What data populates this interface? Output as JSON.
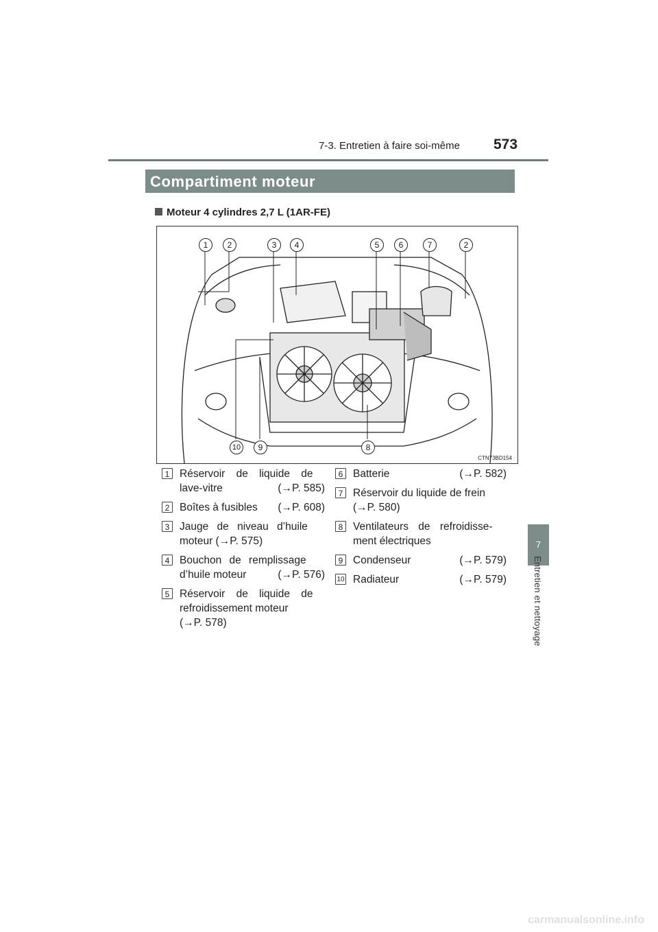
{
  "header": {
    "section": "7-3. Entretien à faire soi-même",
    "page_number": "573"
  },
  "side_tab": {
    "number": "7",
    "label": "Entretien et nettoyage"
  },
  "title": "Compartiment moteur",
  "subheading": "Moteur 4 cylindres 2,7 L (1AR-FE)",
  "figure": {
    "code": "CTN73BD154",
    "callouts_top": [
      "1",
      "2",
      "3",
      "4",
      "5",
      "6",
      "7",
      "2"
    ],
    "callouts_bottom": [
      "10",
      "9",
      "8"
    ]
  },
  "legend_left": [
    {
      "num": "1",
      "line1": "Réservoir de liquide de",
      "line2a": "lave-vitre",
      "line2b": "(→P. 585)"
    },
    {
      "num": "2",
      "line1a": "Boîtes à fusibles",
      "line1b": "(→P. 608)"
    },
    {
      "num": "3",
      "line1": "Jauge de niveau d’huile",
      "line2": "moteur (→P. 575)"
    },
    {
      "num": "4",
      "line1": "Bouchon de remplissage",
      "line2a": "d’huile moteur",
      "line2b": "(→P. 576)"
    },
    {
      "num": "5",
      "line1": "Réservoir de liquide de",
      "line2": "refroidissement moteur",
      "line3": "(→P. 578)"
    }
  ],
  "legend_right": [
    {
      "num": "6",
      "line1a": "Batterie",
      "line1b": "(→P. 582)"
    },
    {
      "num": "7",
      "line1": "Réservoir du liquide de frein",
      "line2": "(→P. 580)"
    },
    {
      "num": "8",
      "line1": "Ventilateurs de refroidisse-",
      "line2": "ment électriques"
    },
    {
      "num": "9",
      "line1a": "Condenseur",
      "line1b": "(→P. 579)"
    },
    {
      "num": "10",
      "line1a": "Radiateur",
      "line1b": "(→P. 579)"
    }
  ],
  "watermark": "carmanualsonline.info"
}
